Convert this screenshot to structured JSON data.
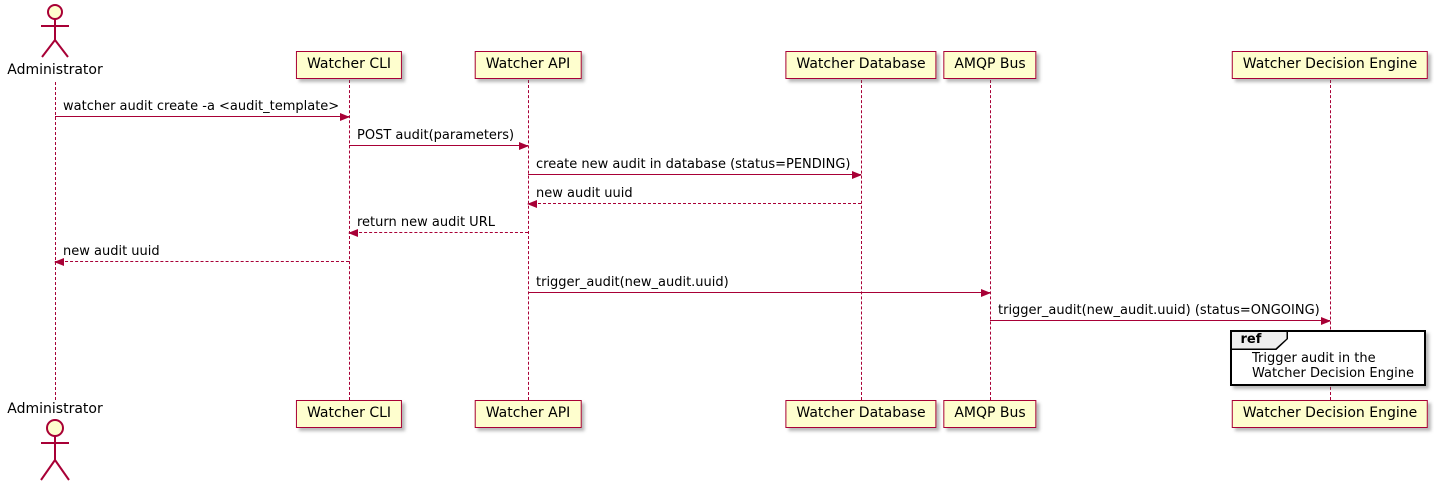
{
  "diagram_type": "sequence-diagram",
  "colors": {
    "participant_fill": "#FEFECE",
    "participant_border": "#A80036",
    "line_color": "#A80036",
    "text_color": "#000000",
    "ref_border": "#000000",
    "ref_fill": "#FFFFFF",
    "ref_tab_fill": "#EEEEEE"
  },
  "actor": {
    "label": "Administrator"
  },
  "participants": [
    {
      "label": "Watcher CLI"
    },
    {
      "label": "Watcher API"
    },
    {
      "label": "Watcher Database"
    },
    {
      "label": "AMQP Bus"
    },
    {
      "label": "Watcher Decision Engine"
    }
  ],
  "messages": [
    {
      "from": "Administrator",
      "to": "Watcher CLI",
      "label": "watcher audit create -a <audit_template>",
      "line": "solid",
      "direction": "right"
    },
    {
      "from": "Watcher CLI",
      "to": "Watcher API",
      "label": "POST audit(parameters)",
      "line": "solid",
      "direction": "right"
    },
    {
      "from": "Watcher API",
      "to": "Watcher Database",
      "label": "create new audit in database (status=PENDING)",
      "line": "solid",
      "direction": "right"
    },
    {
      "from": "Watcher Database",
      "to": "Watcher API",
      "label": "new audit uuid",
      "line": "dashed",
      "direction": "left"
    },
    {
      "from": "Watcher API",
      "to": "Watcher CLI",
      "label": "return new audit URL",
      "line": "dashed",
      "direction": "left"
    },
    {
      "from": "Watcher CLI",
      "to": "Administrator",
      "label": "new audit uuid",
      "line": "dashed",
      "direction": "left"
    },
    {
      "from": "Watcher API",
      "to": "AMQP Bus",
      "label": "trigger_audit(new_audit.uuid)",
      "line": "solid",
      "direction": "right"
    },
    {
      "from": "AMQP Bus",
      "to": "Watcher Decision Engine",
      "label": "trigger_audit(new_audit.uuid) (status=ONGOING)",
      "line": "solid",
      "direction": "right"
    }
  ],
  "ref": {
    "keyword": "ref",
    "text_lines": [
      "Trigger audit in the",
      "Watcher Decision Engine"
    ]
  }
}
